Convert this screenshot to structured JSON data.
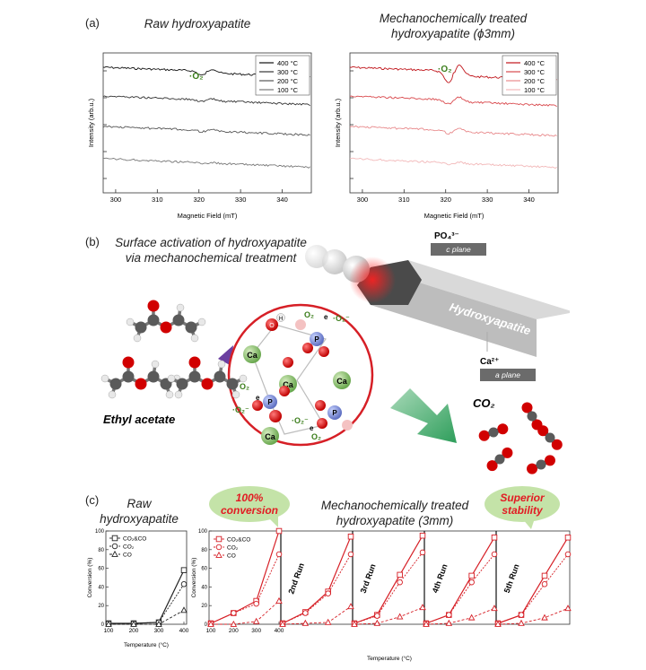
{
  "panel_a": {
    "label": "(a)",
    "left_title": "Raw hydroxyapatite",
    "right_title_line1": "Mechanochemically treated",
    "right_title_line2": "hydroxyapatite (ϕ3mm)",
    "peak_label": "·O₂",
    "legend": [
      "400 °C",
      "300 °C",
      "200 °C",
      "100 °C"
    ],
    "colors_left": [
      "#111111",
      "#333333",
      "#555555",
      "#777777"
    ],
    "colors_right": [
      "#c0141a",
      "#d9484c",
      "#e88a8c",
      "#f2b8b9"
    ]
  },
  "panel_b": {
    "label": "(b)",
    "title_line1": "Surface activation of hydroxyapatite",
    "title_line2": "via mechanochemical treatment",
    "ethyl_acetate": "Ethyl acetate",
    "co2": "CO₂",
    "po4": "PO₄³⁻",
    "c_plane": "c plane",
    "ca2": "Ca²⁺",
    "a_plane": "a plane",
    "crystal": "Hydroxyapatite",
    "ca": "Ca",
    "p": "P",
    "o": "O",
    "h": "H",
    "o2": "O₂",
    "o2rad": "·O₂⁻",
    "e": "e"
  },
  "panel_c": {
    "label": "(c)",
    "left_title_line1": "Raw",
    "left_title_line2": "hydroxyapatite",
    "right_title_line1": "Mechanochemically treated",
    "right_title_line2": "hydroxyapatite (3mm)",
    "bubble1_line1": "100%",
    "bubble1_line2": "conversion",
    "bubble2_line1": "Superior",
    "bubble2_line2": "stability",
    "runs": [
      "2nd Run",
      "3rd Run",
      "4th Run",
      "5th Run"
    ]
  },
  "chart_data": [
    {
      "type": "line",
      "title": "Raw hydroxyapatite",
      "xlabel": "Magnetic Field (mT)",
      "ylabel": "Intensity (arb.u.)",
      "xlim": [
        297,
        347
      ],
      "xticks": [
        300,
        310,
        320,
        330,
        340
      ],
      "series": [
        {
          "name": "400 °C"
        },
        {
          "name": "300 °C"
        },
        {
          "name": "200 °C"
        },
        {
          "name": "100 °C"
        }
      ]
    },
    {
      "type": "line",
      "title": "Mechanochemically treated hydroxyapatite (ϕ3mm)",
      "xlabel": "Magnetic Field (mT)",
      "ylabel": "Intensity (arb.u.)",
      "xlim": [
        297,
        347
      ],
      "xticks": [
        300,
        310,
        320,
        330,
        340
      ],
      "series": [
        {
          "name": "400 °C"
        },
        {
          "name": "300 °C"
        },
        {
          "name": "200 °C"
        },
        {
          "name": "100 °C"
        }
      ]
    },
    {
      "type": "line",
      "title": "Raw hydroxyapatite",
      "xlabel": "Temperature (°C)",
      "ylabel": "Conversion (%)",
      "ylim": [
        0,
        100
      ],
      "x": [
        100,
        200,
        300,
        400
      ],
      "series": [
        {
          "name": "CO₂&CO",
          "values": [
            1,
            1,
            2,
            58
          ]
        },
        {
          "name": "CO₂",
          "values": [
            1,
            1,
            2,
            43
          ]
        },
        {
          "name": "CO",
          "values": [
            0,
            0,
            0,
            15
          ]
        }
      ]
    },
    {
      "type": "line",
      "title": "Mechanochemically treated hydroxyapatite (3mm)",
      "xlabel": "Temperature (°C)",
      "ylabel": "Conversion (%)",
      "ylim": [
        0,
        100
      ],
      "x": [
        100,
        200,
        300,
        400
      ],
      "runs": [
        {
          "label": "",
          "series": [
            {
              "name": "CO₂&CO",
              "values": [
                1,
                12,
                25,
                100
              ]
            },
            {
              "name": "CO₂",
              "values": [
                1,
                12,
                22,
                75
              ]
            },
            {
              "name": "CO",
              "values": [
                0,
                0,
                3,
                25
              ]
            }
          ]
        },
        {
          "label": "2nd Run",
          "series": [
            {
              "name": "CO₂&CO",
              "values": [
                1,
                13,
                35,
                94
              ]
            },
            {
              "name": "CO₂",
              "values": [
                1,
                12,
                33,
                75
              ]
            },
            {
              "name": "CO",
              "values": [
                0,
                1,
                2,
                19
              ]
            }
          ]
        },
        {
          "label": "3rd Run",
          "series": [
            {
              "name": "CO₂&CO",
              "values": [
                1,
                10,
                53,
                95
              ]
            },
            {
              "name": "CO₂",
              "values": [
                1,
                9,
                45,
                77
              ]
            },
            {
              "name": "CO",
              "values": [
                0,
                1,
                8,
                18
              ]
            }
          ]
        },
        {
          "label": "4th Run",
          "series": [
            {
              "name": "CO₂&CO",
              "values": [
                1,
                10,
                52,
                93
              ]
            },
            {
              "name": "CO₂",
              "values": [
                1,
                10,
                45,
                75
              ]
            },
            {
              "name": "CO",
              "values": [
                0,
                1,
                7,
                17
              ]
            }
          ]
        },
        {
          "label": "5th Run",
          "series": [
            {
              "name": "CO₂&CO",
              "values": [
                1,
                10,
                52,
                93
              ]
            },
            {
              "name": "CO₂",
              "values": [
                1,
                10,
                43,
                75
              ]
            },
            {
              "name": "CO",
              "values": [
                0,
                1,
                7,
                17
              ]
            }
          ]
        }
      ]
    }
  ]
}
